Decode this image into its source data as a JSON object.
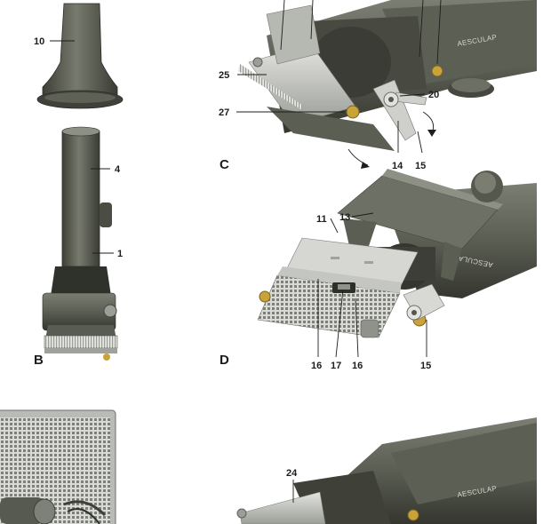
{
  "panels": {
    "B": "B",
    "C": "C",
    "D": "D"
  },
  "brand": {
    "name": "AESCULAP",
    "name_small": "AESCULAP",
    "name_rev": "AESCULAP"
  },
  "callouts": {
    "c10": "10",
    "c4": "4",
    "c1": "1",
    "c25": "25",
    "c27": "27",
    "c20": "20",
    "c14": "14",
    "c15a": "15",
    "c11": "11",
    "c13": "13",
    "c16a": "16",
    "c17": "17",
    "c16b": "16",
    "c15b": "15",
    "c24": "24"
  },
  "colors": {
    "body": "#5f6257",
    "body_dark": "#3d3f37",
    "body_light": "#8c8f82",
    "metal": "#c7c9c4",
    "metal_dark": "#8f918b",
    "brass": "#c9a23a"
  }
}
